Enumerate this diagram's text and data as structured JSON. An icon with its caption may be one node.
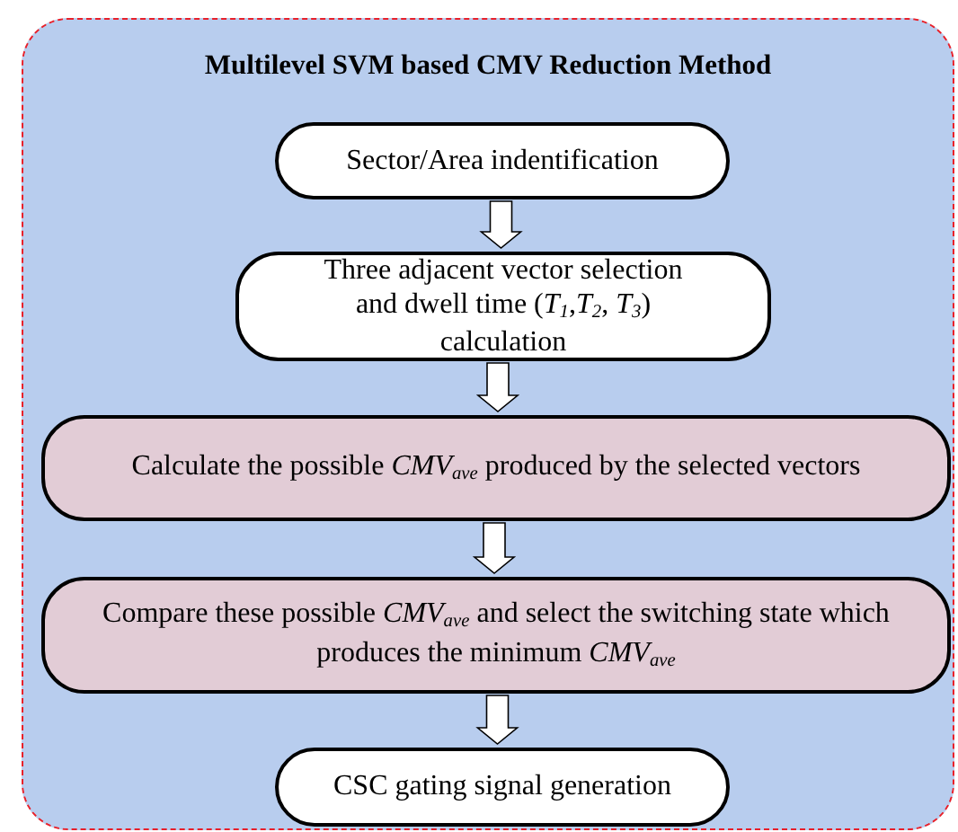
{
  "diagram": {
    "nodes": [
      {
        "text": [
          "Multilevel SVM based CMV Reduction Method"
        ]
      },
      {
        "text": [
          "Sector/Area indentification"
        ],
        "in": 0
      },
      {
        "text": [
          "Three adjacent vector selection and dwell time (*T*$_{1}$,*T*$_{2}$, *T*$_{3}$) calculation"
        ],
        "in": 0
      },
      {
        "text": [
          "Calculate the possible *CMV*$_{ave}$ produced by the selected vectors"
        ],
        "in": 0
      },
      {
        "text": [
          "Compare these possible *CMV*$_{ave}$ and select the switching state which produces the minimum *CMV*$_{ave}$"
        ],
        "in": 0
      },
      {
        "text": [
          "CSC gating signal generation"
        ],
        "in": 0
      }
    ],
    "edges": [
      {
        "from": 1,
        "to": 2,
        "arrow": "to"
      },
      {
        "from": 2,
        "to": 3,
        "arrow": "to"
      },
      {
        "from": 3,
        "to": 4,
        "arrow": "to"
      },
      {
        "from": 4,
        "to": 5,
        "arrow": "to"
      }
    ]
  }
}
